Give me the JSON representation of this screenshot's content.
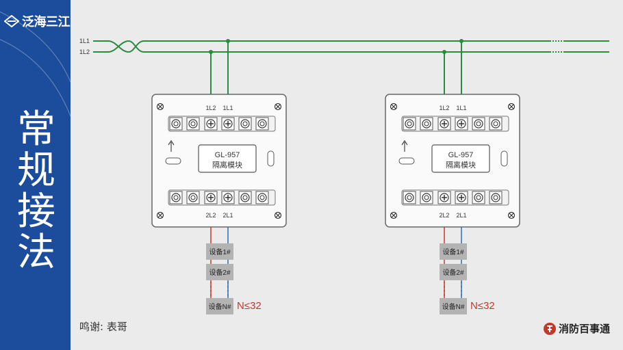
{
  "brand": {
    "name": "泛海三江",
    "accent": "#1c4d9c"
  },
  "sidebar": {
    "title_chars": [
      "常",
      "规",
      "接",
      "法"
    ]
  },
  "bus": {
    "line1_label": "1L1",
    "line2_label": "1L2",
    "line_color": "#2a8a3e"
  },
  "modules": [
    {
      "model": "GL-957",
      "name": "隔离模块",
      "top_terminals": {
        "l2_label": "1L2",
        "l1_label": "1L1"
      },
      "bottom_terminals": {
        "l2_label": "2L2",
        "l1_label": "2L1"
      },
      "devices": [
        {
          "label": "设备1#"
        },
        {
          "label": "设备2#"
        },
        {
          "label": "设备N#"
        }
      ],
      "count_note": "N≤32"
    },
    {
      "model": "GL-957",
      "name": "隔离模块",
      "top_terminals": {
        "l2_label": "1L2",
        "l1_label": "1L1"
      },
      "bottom_terminals": {
        "l2_label": "2L2",
        "l1_label": "2L1"
      },
      "devices": [
        {
          "label": "设备1#"
        },
        {
          "label": "设备2#"
        },
        {
          "label": "设备N#"
        }
      ],
      "count_note": "N≤32"
    }
  ],
  "footer": {
    "credit": "鸣谢: 表哥",
    "brand_name": "消防百事通"
  },
  "colors": {
    "wire_red": "#c0392b",
    "wire_blue": "#2e6db4",
    "note_red": "#c0392b",
    "device_box": "#b3b3b3"
  }
}
